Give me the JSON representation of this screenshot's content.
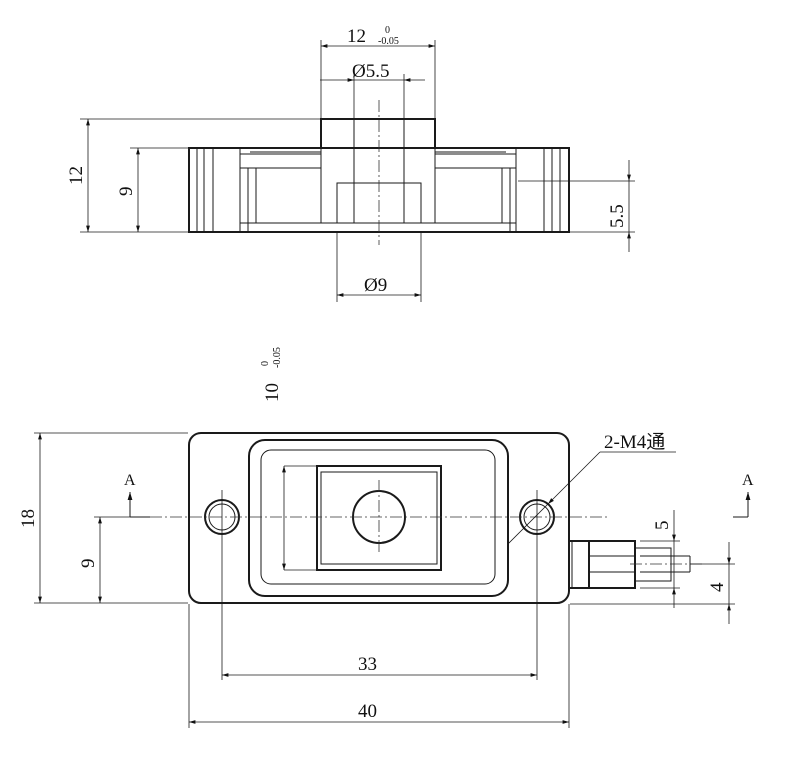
{
  "section_view": {
    "dim_width": "12",
    "dim_width_tol_upper": "0",
    "dim_width_tol_lower": "-0.05",
    "dim_bore": "Ø5.5",
    "dim_height_total": "12",
    "dim_height_body": "9",
    "dim_step": "5.5",
    "dim_bottom_bore": "Ø9"
  },
  "plan_view": {
    "dim_pocket": "10",
    "dim_pocket_tol_upper": "0",
    "dim_pocket_tol_lower": "-0.05",
    "dim_height": "18",
    "dim_half_height": "9",
    "dim_hole_spacing": "33",
    "dim_length": "40",
    "hole_note": "2-M4通",
    "section_mark_left": "A",
    "section_mark_right": "A",
    "dim_cable_5": "5",
    "dim_cable_4": "4"
  }
}
